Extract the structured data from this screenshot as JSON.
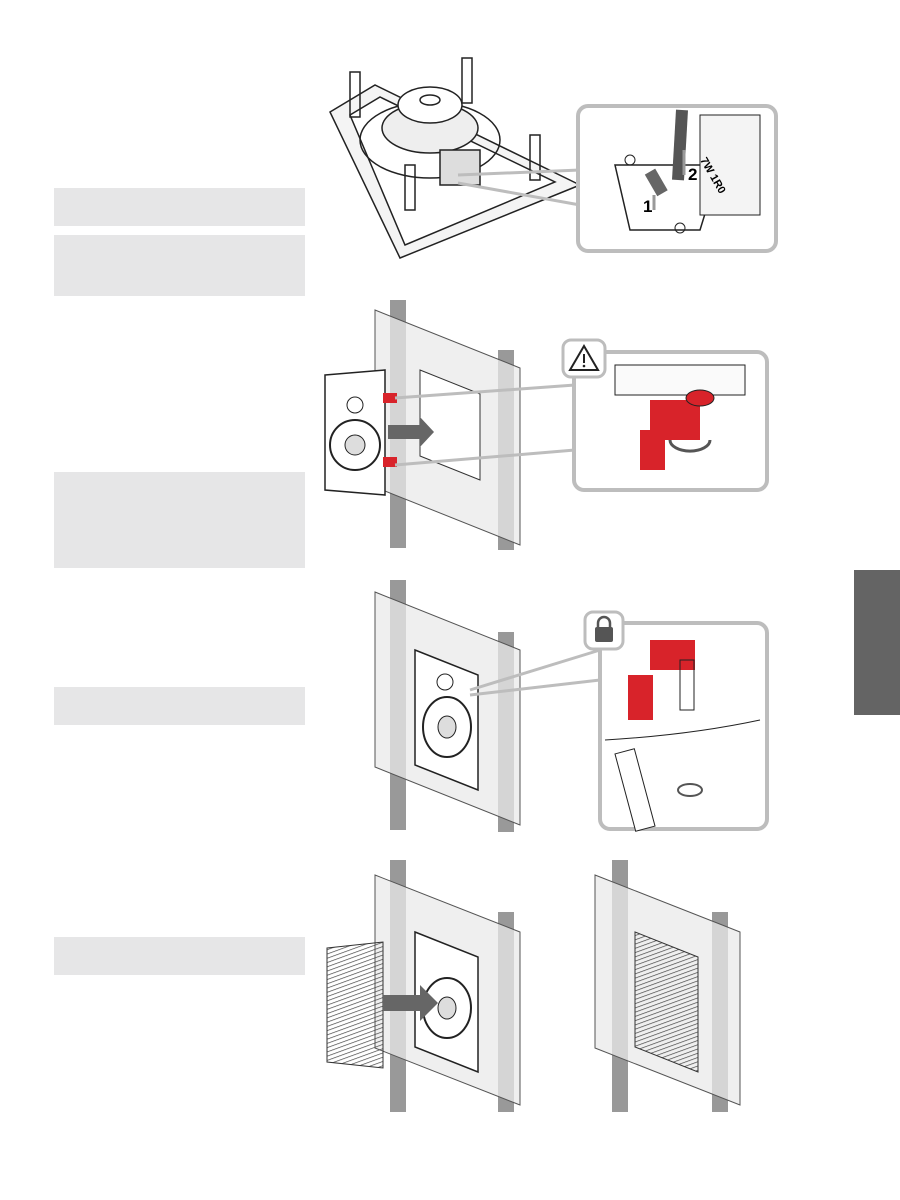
{
  "step1": {
    "callout_labels": {
      "release": "1",
      "insert": "2",
      "terminal": "7W 1R0"
    }
  },
  "colors": {
    "text_box": "#e6e6e7",
    "side_tab": "#646464",
    "highlight": "#d8232a",
    "frame": "#bdbdbd"
  }
}
